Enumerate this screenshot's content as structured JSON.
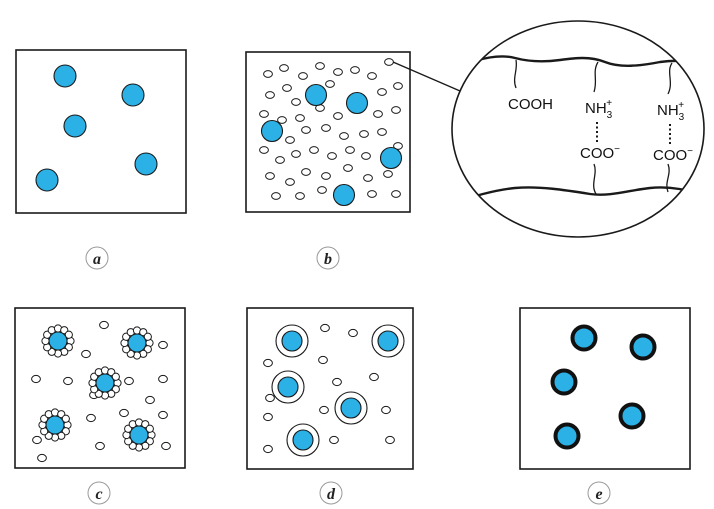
{
  "panels": [
    {
      "id": "a",
      "label": "a"
    },
    {
      "id": "b",
      "label": "b"
    },
    {
      "id": "c",
      "label": "c"
    },
    {
      "id": "d",
      "label": "d"
    },
    {
      "id": "e",
      "label": "e"
    }
  ],
  "zoom": {
    "groups": {
      "cooh": "COOH",
      "nh3_left": {
        "base": "NH",
        "sub": "3",
        "sup": "+"
      },
      "coo_left": {
        "base": "COO",
        "sup": "−"
      },
      "nh3_right": {
        "base": "NH",
        "sub": "3",
        "sup": "+"
      },
      "coo_right": {
        "base": "COO",
        "sup": "−"
      }
    }
  },
  "colors": {
    "droplet": "#2bb1e6",
    "outline": "#1a1a1a",
    "background": "#ffffff"
  }
}
